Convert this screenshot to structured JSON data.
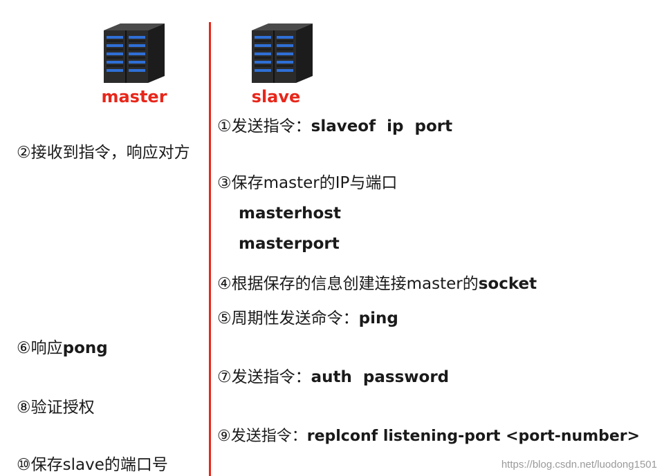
{
  "master": {
    "label": "master",
    "icon": "server-rack-icon"
  },
  "slave": {
    "label": "slave",
    "icon": "server-rack-icon"
  },
  "accent_color": "#e8261a",
  "steps": {
    "s1": {
      "prefix": "①发送指令：",
      "bold": "slaveof  ip  port"
    },
    "s2": {
      "text": "②接收到指令，响应对方"
    },
    "s3": {
      "text": "③保存master的IP与端口",
      "items": [
        "masterhost",
        "masterport"
      ]
    },
    "s4": {
      "prefix": "④根据保存的信息创建连接master的",
      "bold": "socket"
    },
    "s5": {
      "prefix": "⑤周期性发送命令：",
      "bold": "ping"
    },
    "s6": {
      "prefix": "⑥响应",
      "bold": "pong"
    },
    "s7": {
      "prefix": "⑦发送指令：",
      "bold": "auth  password"
    },
    "s8": {
      "text": "⑧验证授权"
    },
    "s9": {
      "prefix": "⑨发送指令：",
      "bold": "replconf listening-port <port-number>"
    },
    "s10": {
      "text": "⑩保存slave的端口号"
    }
  },
  "watermark": "https://blog.csdn.net/luodong1501"
}
